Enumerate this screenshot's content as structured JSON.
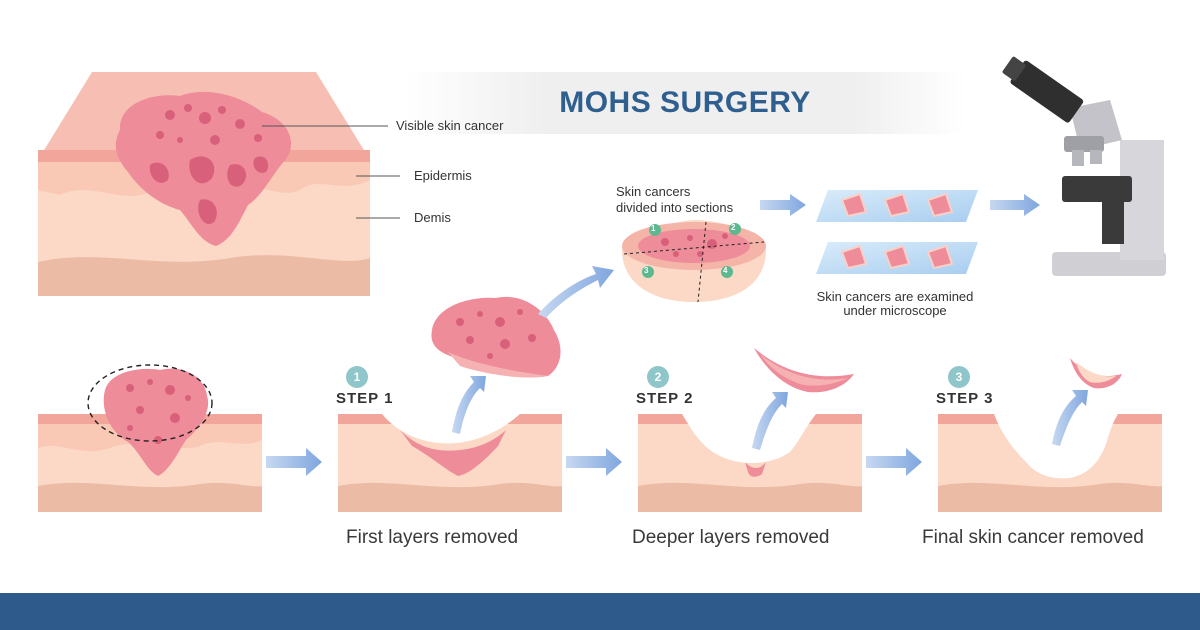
{
  "title": "MOHS SURGERY",
  "anatomy_labels": {
    "visible_skin_cancer": "Visible skin cancer",
    "epidermis": "Epidermis",
    "dermis": "Demis"
  },
  "sections_label": {
    "line1": "Skin cancers",
    "line2": "divided into sections",
    "markers": [
      "1",
      "2",
      "3",
      "4"
    ]
  },
  "microscope_label": {
    "line1": "Skin cancers are examined",
    "line2": "under microscope"
  },
  "steps": [
    {
      "number": "1",
      "label": "STEP 1",
      "caption": "First layers removed"
    },
    {
      "number": "2",
      "label": "STEP 2",
      "caption": "Deeper layers removed"
    },
    {
      "number": "3",
      "label": "STEP 3",
      "caption": "Final skin cancer removed"
    }
  ],
  "colors": {
    "title_blue": "#2e5f8f",
    "skin_light": "#fbd9c6",
    "skin_mid": "#f7cdb9",
    "skin_deep": "#ecbba6",
    "epidermis_pink": "#f4a8a0",
    "tumor_pink": "#ee8c9a",
    "tumor_spots": "#d9607a",
    "arrow_blue": "#8fb3e3",
    "step_teal": "#8fc6c9",
    "footer_blue": "#2e5a8b"
  }
}
